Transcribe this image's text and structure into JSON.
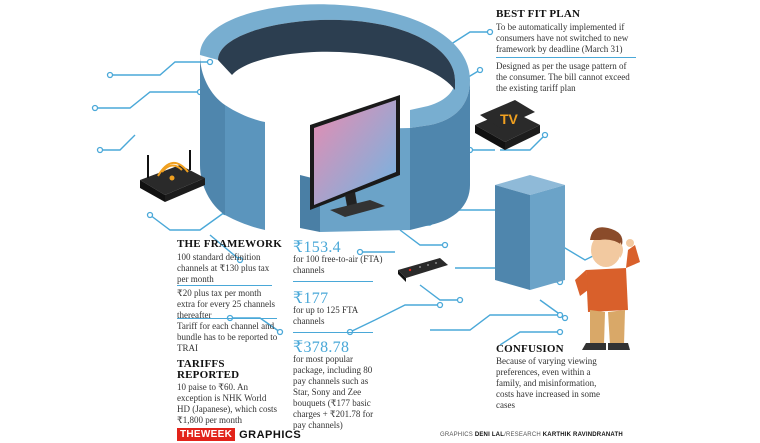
{
  "best_fit": {
    "title": "BEST FIT PLAN",
    "para1": "To be automatically implemented if consumers have not switched to new framework by deadline (March 31)",
    "para2": "Designed as per the usage pattern of the consumer. The bill cannot exceed the existing tariff plan"
  },
  "framework": {
    "title": "THE FRAMEWORK",
    "point1": "100 standard definition channels at ₹130 plus tax per month",
    "point2": "₹20 plus tax per month extra for every 25 channels thereafter",
    "point3": "Tariff for each channel and bundle has to be reported to TRAI"
  },
  "prices": [
    {
      "amount": "₹153.4",
      "desc": "for 100 free-to-air (FTA) channels"
    },
    {
      "amount": "₹177",
      "desc": "for up to 125 FTA channels"
    },
    {
      "amount": "₹378.78",
      "desc": "for most popular package, including 80 pay channels such as Star, Sony and Zee bouquets (₹177 basic charges + ₹201.78 for pay channels)"
    }
  ],
  "tariffs": {
    "title": "TARIFFS REPORTED",
    "text": "10 paise to ₹60. An exception is NHK World HD (Japanese), which costs ₹1,800 per month"
  },
  "confusion": {
    "title": "CONFUSION",
    "text": "Because of varying viewing preferences, even within a family, and misinformation, costs have increased in some cases"
  },
  "illustration": {
    "tv_box_label": "TV",
    "colors": {
      "accent": "#4aa8d8",
      "wall": "#5a8fb3",
      "brand_red": "#e2231a"
    }
  },
  "footer": {
    "brand_week": "THEWEEK",
    "brand_graphics": "GRAPHICS",
    "credit_prefix": "GRAPHICS ",
    "credit_graphics": "DENI LAL",
    "credit_mid": "/RESEARCH ",
    "credit_research": "KARTHIK RAVINDRANATH"
  }
}
